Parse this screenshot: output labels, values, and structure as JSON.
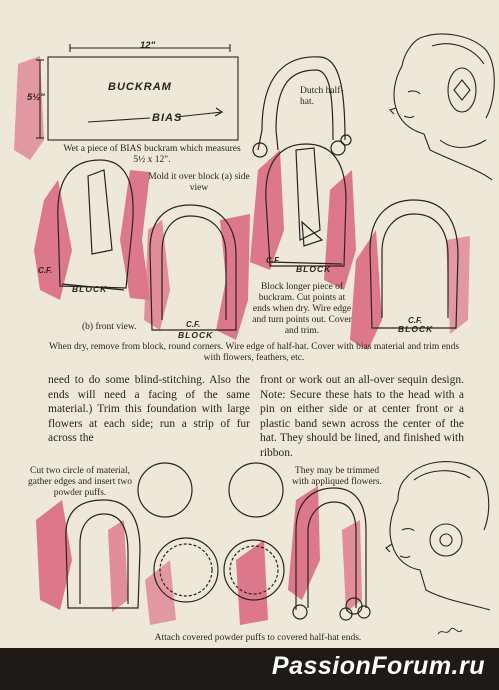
{
  "top": {
    "dimension_width": "12\"",
    "dimension_height": "5½\"",
    "buckram_label": "BUCKRAM",
    "bias_label": "BIAS",
    "dutch_caption": "Dutch half-hat.",
    "caption_wet": "Wet a piece of BIAS buckram which measures 5½ x 12\".",
    "caption_mold": "Mold it over block (a) side view",
    "label_cf": "C.F.",
    "label_block": "BLOCK",
    "caption_front_view": "(b) front view.",
    "caption_block_longer": "Block longer piece of buckram. Cut points at ends when dry. Wire edge and turn points out. Cover and trim.",
    "caption_when_dry": "When dry, remove from block, round corners. Wire edge of half-hat. Cover with bias material and trim ends with flowers, feathers, etc."
  },
  "body": {
    "left_col": "need to do some blind-stitching. Also the ends will need a facing of the same material.) Trim this foundation with large flowers at each side; run a strip of fur across the",
    "right_col": "front or work out an all-over sequin design. Note: Secure these hats to the head with a pin on either side or at center front or a plastic band sewn across the center of the hat. They should be lined, and finished with ribbon."
  },
  "bottom": {
    "caption_cut": "Cut two circle of material, gather edges and insert two powder puffs.",
    "caption_trimmed": "They may be trimmed with appliqued flowers.",
    "caption_attach": "Attach covered powder puffs to covered half-hat ends."
  },
  "watermark": "PassionForum.ru",
  "colors": {
    "paper": "#eee8d8",
    "ink": "#2a2420",
    "pink_shading": "#d95a78",
    "footer_bar": "#1d1a17",
    "watermark_text": "#ffffff"
  }
}
